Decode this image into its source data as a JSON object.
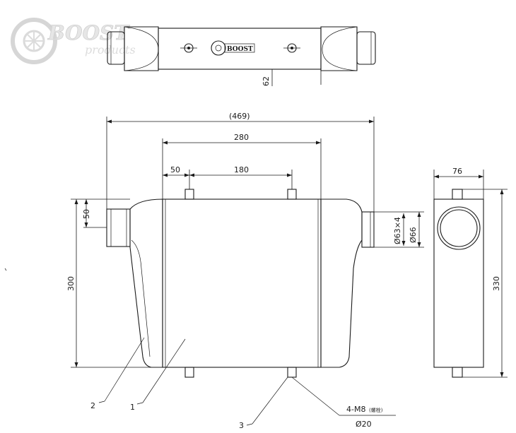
{
  "watermark": {
    "brand": "BOOST",
    "sub": "products"
  },
  "top_view": {
    "emblem_text": "BOOST",
    "depth_label": "62"
  },
  "dimensions": {
    "overall_width": "(469)",
    "core_width": "280",
    "offset": "50",
    "mount_spacing": "180",
    "height": "300",
    "inlet_offset": "50",
    "pipe_inner": "Ø63×4",
    "pipe_outer": "Ø66",
    "side_width": "76",
    "side_height": "330"
  },
  "callouts": {
    "part_1": "1",
    "part_2": "2",
    "part_3": "3",
    "thread": "4-M8",
    "thread_note": "(螺栓)",
    "boss_dia": "Ø20"
  },
  "colors": {
    "line": "#1a1a1a",
    "background": "#ffffff",
    "watermark": "#d9d9d9"
  }
}
